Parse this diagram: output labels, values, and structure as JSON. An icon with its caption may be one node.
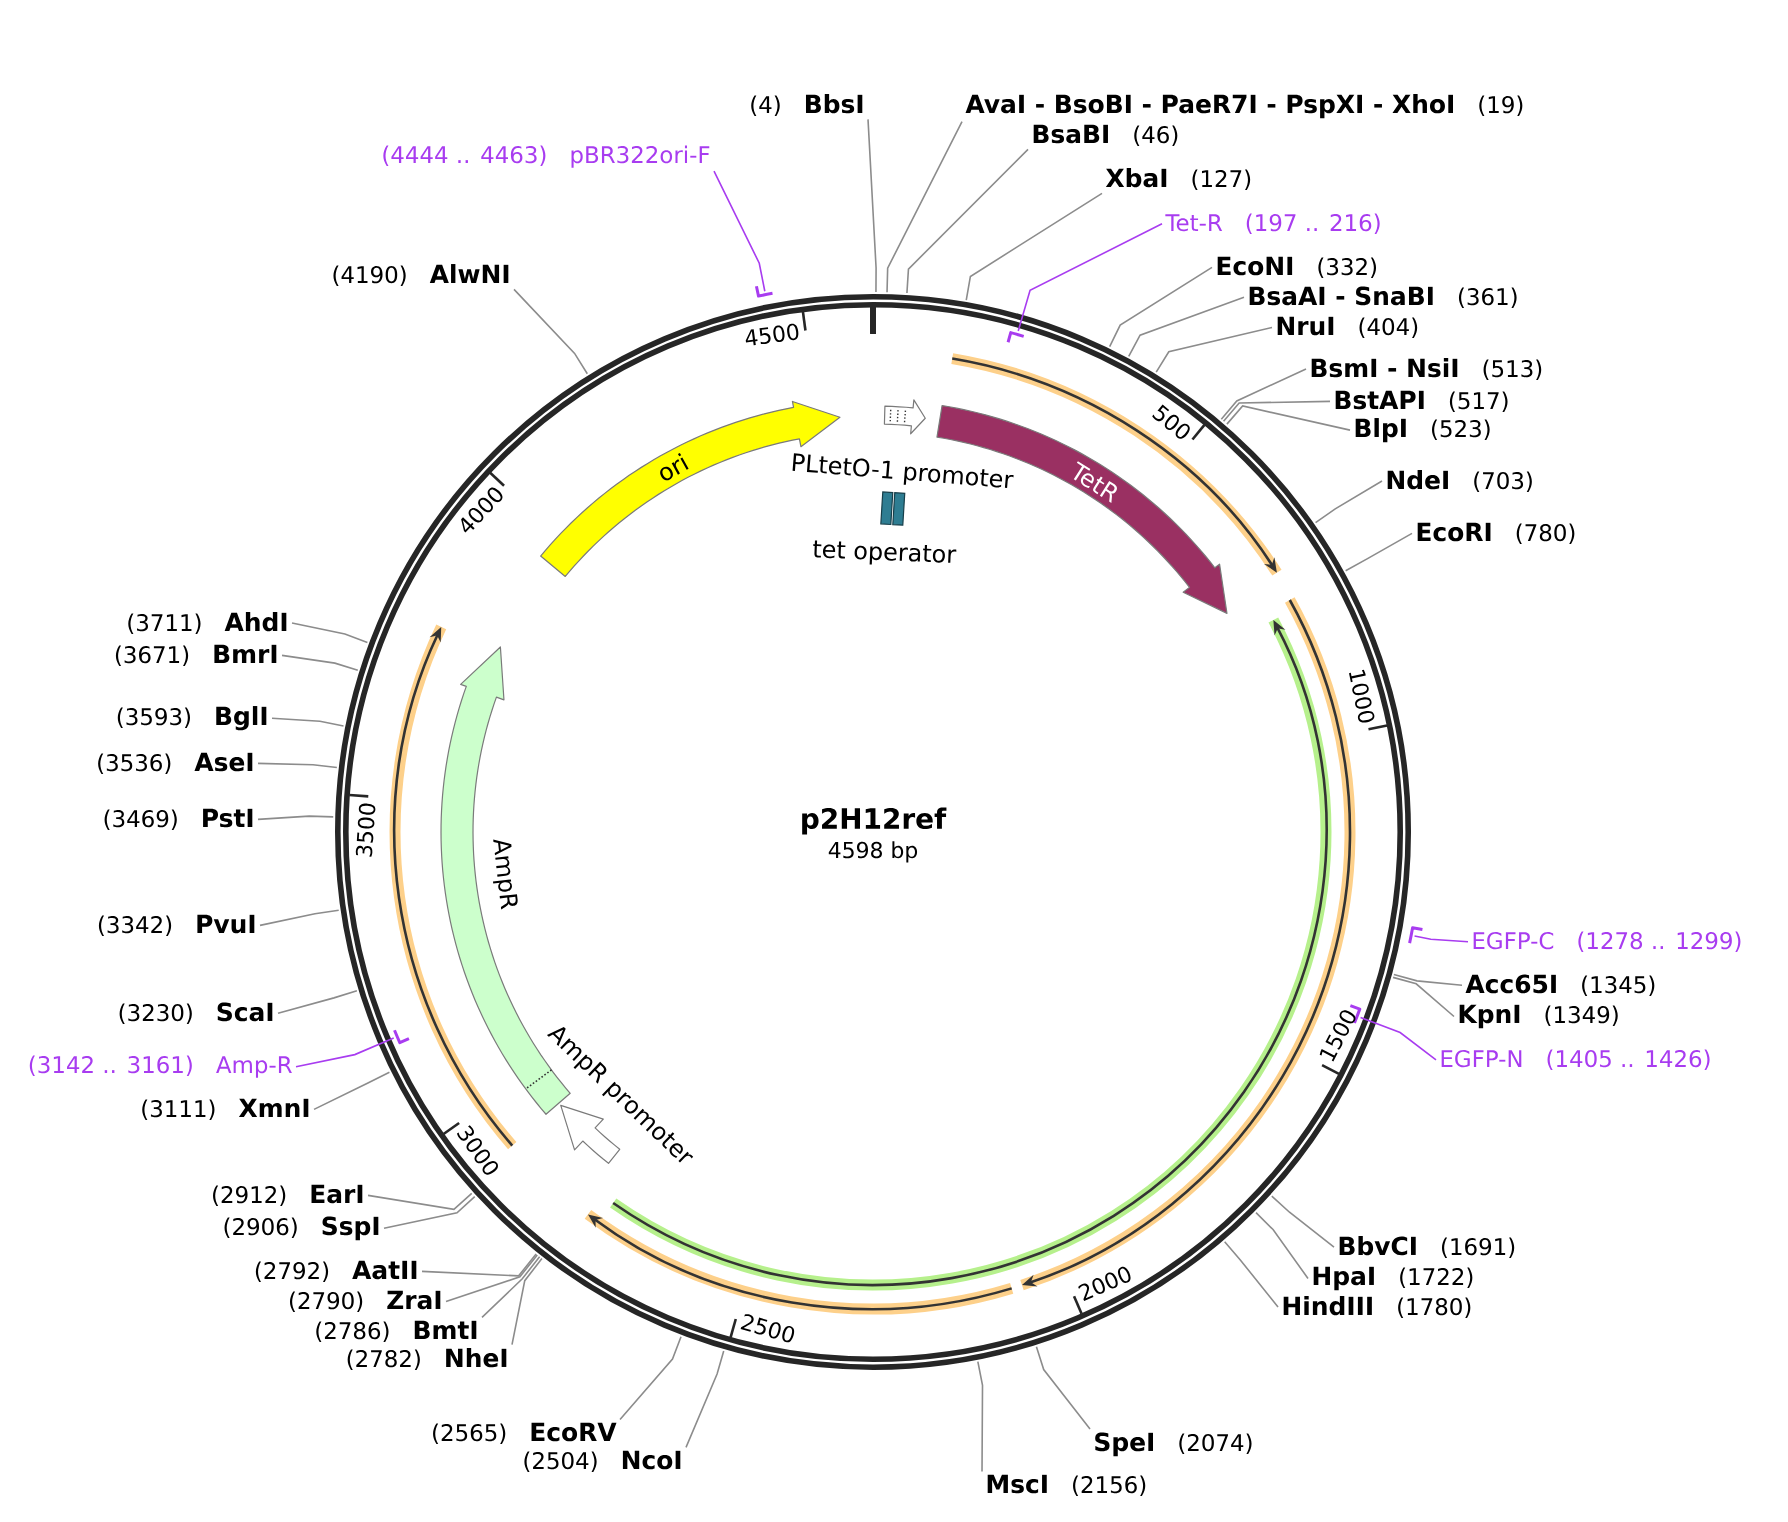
{
  "diagram": {
    "title": "p2H12ref",
    "nodes": [
      {
        "text": [
          "(4)",
          "BbsI"
        ]
      },
      {
        "text": [
          "AvaI - BsoBI - PaeR7I - PspXI - XhoI",
          "(19)"
        ]
      },
      {
        "text": [
          "BsaBI",
          "(46)"
        ]
      },
      {
        "text": [
          "XbaI",
          "(127)"
        ]
      },
      {
        "text": [
          "Tet-R",
          "(197 .. 216)"
        ]
      },
      {
        "text": [
          "EcoNI",
          "(332)"
        ]
      },
      {
        "text": [
          "BsaAI - SnaBI",
          "(361)"
        ]
      },
      {
        "text": [
          "NruI",
          "(404)"
        ]
      },
      {
        "text": [
          "BsmI - NsiI",
          "(513)"
        ]
      },
      {
        "text": [
          "BstAPI",
          "(517)"
        ]
      },
      {
        "text": [
          "BlpI",
          "(523)"
        ]
      },
      {
        "text": [
          "NdeI",
          "(703)"
        ]
      },
      {
        "text": [
          "EcoRI",
          "(780)"
        ]
      },
      {
        "text": [
          "EGFP-C",
          "(1278 .. 1299)"
        ]
      },
      {
        "text": [
          "Acc65I",
          "(1345)"
        ]
      },
      {
        "text": [
          "KpnI",
          "(1349)"
        ]
      },
      {
        "text": [
          "EGFP-N",
          "(1405 .. 1426)"
        ]
      },
      {
        "text": [
          "BbvCI",
          "(1691)"
        ]
      },
      {
        "text": [
          "HpaI",
          "(1722)"
        ]
      },
      {
        "text": [
          "HindIII",
          "(1780)"
        ]
      },
      {
        "text": [
          "SpeI",
          "(2074)"
        ]
      },
      {
        "text": [
          "MscI",
          "(2156)"
        ]
      },
      {
        "text": [
          "(2504)",
          "NcoI"
        ]
      },
      {
        "text": [
          "(2565)",
          "EcoRV"
        ]
      },
      {
        "text": [
          "(2782)",
          "NheI"
        ]
      },
      {
        "text": [
          "(2786)",
          "BmtI"
        ]
      },
      {
        "text": [
          "(2790)",
          "ZraI"
        ]
      },
      {
        "text": [
          "(2792)",
          "AatII"
        ]
      },
      {
        "text": [
          "(2906)",
          "SspI"
        ]
      },
      {
        "text": [
          "(2912)",
          "EarI"
        ]
      },
      {
        "text": [
          "(3111)",
          "XmnI"
        ]
      },
      {
        "text": [
          "(3142 .. 3161)",
          "Amp-R"
        ]
      },
      {
        "text": [
          "(3230)",
          "ScaI"
        ]
      },
      {
        "text": [
          "(3342)",
          "PvuI"
        ]
      },
      {
        "text": [
          "(3469)",
          "PstI"
        ]
      },
      {
        "text": [
          "(3536)",
          "AseI"
        ]
      },
      {
        "text": [
          "(3593)",
          "BglI"
        ]
      },
      {
        "text": [
          "(3671)",
          "BmrI"
        ]
      },
      {
        "text": [
          "(3711)",
          "AhdI"
        ]
      },
      {
        "text": [
          "(4190)",
          "AlwNI"
        ]
      },
      {
        "text": [
          "(4444 .. 4463)",
          "pBR322ori-F"
        ]
      },
      {
        "text": [
          "ori"
        ]
      },
      {
        "text": [
          "PLtetO-1 promoter"
        ]
      },
      {
        "text": [
          "tet operator"
        ]
      },
      {
        "text": [
          "TetR"
        ]
      },
      {
        "text": [
          "AmpR promoter"
        ]
      },
      {
        "text": [
          "AmpR"
        ]
      },
      {
        "text": [],
        "shape": "bar"
      },
      {
        "text": [],
        "shape": "bar"
      },
      {
        "text": [],
        "shape": "bar"
      },
      {
        "text": [],
        "shape": "bar"
      },
      {
        "text": [],
        "shape": "bar"
      }
    ],
    "edges": [
      {
        "from": 0,
        "to": null,
        "arrow": "none"
      },
      {
        "from": 1,
        "to": null,
        "arrow": "none"
      },
      {
        "from": 2,
        "to": null,
        "arrow": "none"
      },
      {
        "from": 3,
        "to": null,
        "arrow": "none"
      },
      {
        "from": 4,
        "to": 48,
        "arrow": "none",
        "color": "#a83cf0"
      },
      {
        "from": 5,
        "to": null,
        "arrow": "none"
      },
      {
        "from": 6,
        "to": null,
        "arrow": "none"
      },
      {
        "from": 7,
        "to": null,
        "arrow": "none"
      },
      {
        "from": 8,
        "to": null,
        "arrow": "none"
      },
      {
        "from": 9,
        "to": null,
        "arrow": "none"
      },
      {
        "from": 10,
        "to": null,
        "arrow": "none"
      },
      {
        "from": 11,
        "to": null,
        "arrow": "none"
      },
      {
        "from": 12,
        "to": null,
        "arrow": "none"
      },
      {
        "from": 13,
        "to": 49,
        "arrow": "none",
        "color": "#a83cf0"
      },
      {
        "from": 14,
        "to": null,
        "arrow": "none"
      },
      {
        "from": 15,
        "to": null,
        "arrow": "none"
      },
      {
        "from": 16,
        "to": 50,
        "arrow": "none",
        "color": "#a83cf0"
      },
      {
        "from": 17,
        "to": null,
        "arrow": "none"
      },
      {
        "from": 18,
        "to": null,
        "arrow": "none"
      },
      {
        "from": 19,
        "to": null,
        "arrow": "none"
      },
      {
        "from": 20,
        "to": null,
        "arrow": "none"
      },
      {
        "from": 21,
        "to": null,
        "arrow": "none"
      },
      {
        "from": 22,
        "to": null,
        "arrow": "none"
      },
      {
        "from": 23,
        "to": null,
        "arrow": "none"
      },
      {
        "from": 24,
        "to": null,
        "arrow": "none"
      },
      {
        "from": 25,
        "to": null,
        "arrow": "none"
      },
      {
        "from": 26,
        "to": null,
        "arrow": "none"
      },
      {
        "from": 27,
        "to": null,
        "arrow": "none"
      },
      {
        "from": 28,
        "to": null,
        "arrow": "none"
      },
      {
        "from": 29,
        "to": null,
        "arrow": "none"
      },
      {
        "from": 30,
        "to": null,
        "arrow": "none"
      },
      {
        "from": 31,
        "to": 51,
        "arrow": "none",
        "color": "#a83cf0"
      },
      {
        "from": 32,
        "to": null,
        "arrow": "none"
      },
      {
        "from": 33,
        "to": null,
        "arrow": "none"
      },
      {
        "from": 34,
        "to": null,
        "arrow": "none"
      },
      {
        "from": 35,
        "to": null,
        "arrow": "none"
      },
      {
        "from": 36,
        "to": null,
        "arrow": "none"
      },
      {
        "from": 37,
        "to": null,
        "arrow": "none"
      },
      {
        "from": 38,
        "to": null,
        "arrow": "none"
      },
      {
        "from": 39,
        "to": null,
        "arrow": "none"
      },
      {
        "from": 40,
        "to": 47,
        "arrow": "none",
        "color": "#a83cf0"
      }
    ],
    "labels": [
      "4598 bp",
      "500",
      "1000",
      "1500",
      "2000",
      "2500",
      "3000",
      "3500",
      "4000",
      "4500"
    ]
  }
}
